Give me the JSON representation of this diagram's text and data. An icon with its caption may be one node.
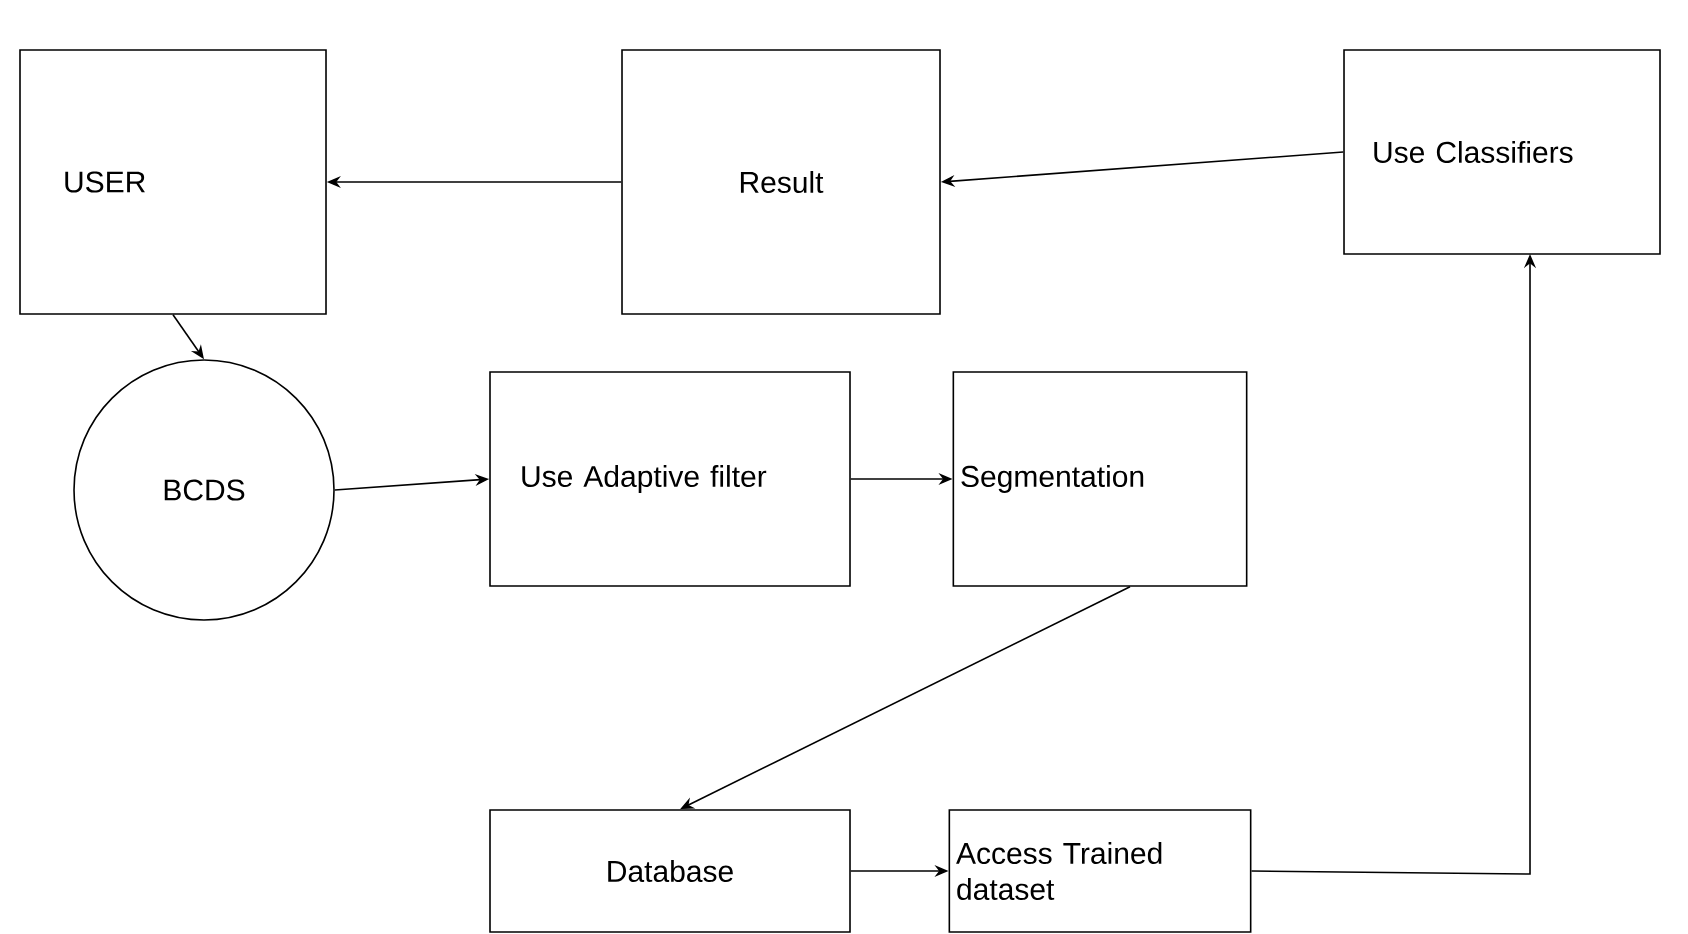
{
  "diagram": {
    "nodes": [
      {
        "text": [
          "USER"
        ]
      },
      {
        "text": [
          "Result"
        ]
      },
      {
        "text": [
          "Use Classifiers"
        ]
      },
      {
        "text": [
          "BCDS"
        ]
      },
      {
        "text": [
          "Use Adaptive filter"
        ]
      },
      {
        "text": [
          "Segmentation"
        ]
      },
      {
        "text": [
          "Database"
        ]
      },
      {
        "text": [
          "Access Trained dataset"
        ]
      }
    ],
    "edges": [
      {
        "from": 2,
        "to": 1,
        "arrow": "to"
      },
      {
        "from": 1,
        "to": 0,
        "arrow": "to"
      },
      {
        "from": 0,
        "to": 3,
        "arrow": "to"
      },
      {
        "from": 3,
        "to": 4,
        "arrow": "to"
      },
      {
        "from": 4,
        "to": 5,
        "arrow": "to"
      },
      {
        "from": 5,
        "to": 6,
        "arrow": "to"
      },
      {
        "from": 6,
        "to": 7,
        "arrow": "to"
      },
      {
        "from": 7,
        "to": 2,
        "arrow": "to"
      }
    ]
  }
}
